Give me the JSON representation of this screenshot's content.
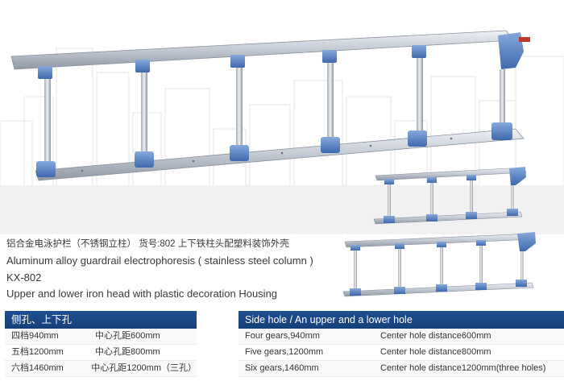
{
  "description": {
    "cn_line": "铝合金电泳护栏（不锈钢立柱） 货号:802   上下铁柱头配塑料装饰外壳",
    "en_line": "Aluminum alloy guardrail electrophoresis ( stainless steel column )",
    "model": "KX-802",
    "housing_line": "Upper and lower iron head with plastic decoration Housing"
  },
  "spec_cn": {
    "header": "侧孔、上下孔",
    "rows": [
      {
        "gears": "四档940mm",
        "distance": "中心孔距600mm"
      },
      {
        "gears": "五档1200mm",
        "distance": "中心孔距800mm"
      },
      {
        "gears": "六档1460mm",
        "distance": "中心孔距1200mm（三孔）"
      }
    ]
  },
  "spec_en": {
    "header": "Side hole / An upper and a lower hole",
    "rows": [
      {
        "gears": "Four gears,940mm",
        "distance": "Center hole distance600mm"
      },
      {
        "gears": "Five gears,1200mm",
        "distance": "Center hole distance800mm"
      },
      {
        "gears": "Six gears,1460mm",
        "distance": "Center hole distance1200mm(three holes)"
      }
    ]
  },
  "colors": {
    "header_bg": "#1f4f91",
    "connector_blue": "#5b86c8",
    "rail_silver": "#c9ced6",
    "skyline_gray": "#e7e7e7"
  }
}
